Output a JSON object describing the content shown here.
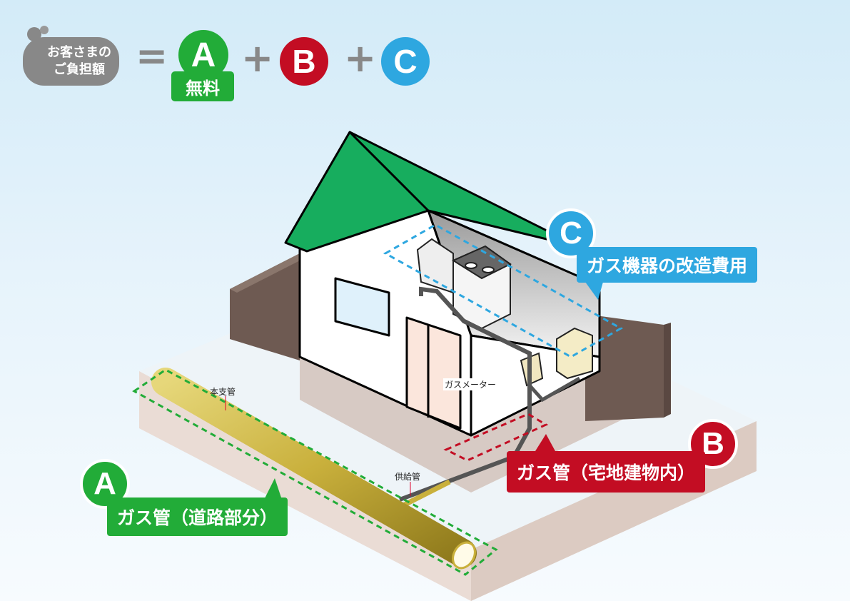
{
  "header": {
    "customer_burden_line1": "お客さまの",
    "customer_burden_line2": "ご負担額",
    "equals": "=",
    "plus": "+",
    "a_letter": "A",
    "a_free": "無料",
    "b_letter": "B",
    "c_letter": "C"
  },
  "labels": {
    "a_letter": "A",
    "a_text": "ガス管（道路部分）",
    "b_letter": "B",
    "b_text": "ガス管（宅地建物内）",
    "c_letter": "C",
    "c_text": "ガス機器の改造費用",
    "main_pipe": "本支管",
    "service_pipe": "供給管",
    "gas_meter": "ガスメーター"
  },
  "colors": {
    "a_green": "#22ac38",
    "b_red": "#c30d23",
    "c_blue": "#2ea7e0",
    "roof": "#17ad5e",
    "wall_brown": "#6e5a52"
  }
}
